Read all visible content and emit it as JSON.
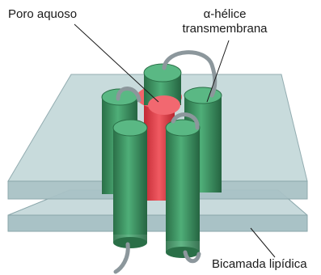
{
  "labels": {
    "pore": "Poro aquoso",
    "helix_line1": "α-hélice",
    "helix_line2": "transmembrana",
    "bilayer": "Bicamada lipídica"
  },
  "colors": {
    "membrane": "#b9cfd2",
    "membrane_edge": "#8aa6aa",
    "helix": "#3f9a66",
    "helix_dark": "#2a6f47",
    "pore": "#e8424b",
    "loop": "#8c979c"
  }
}
